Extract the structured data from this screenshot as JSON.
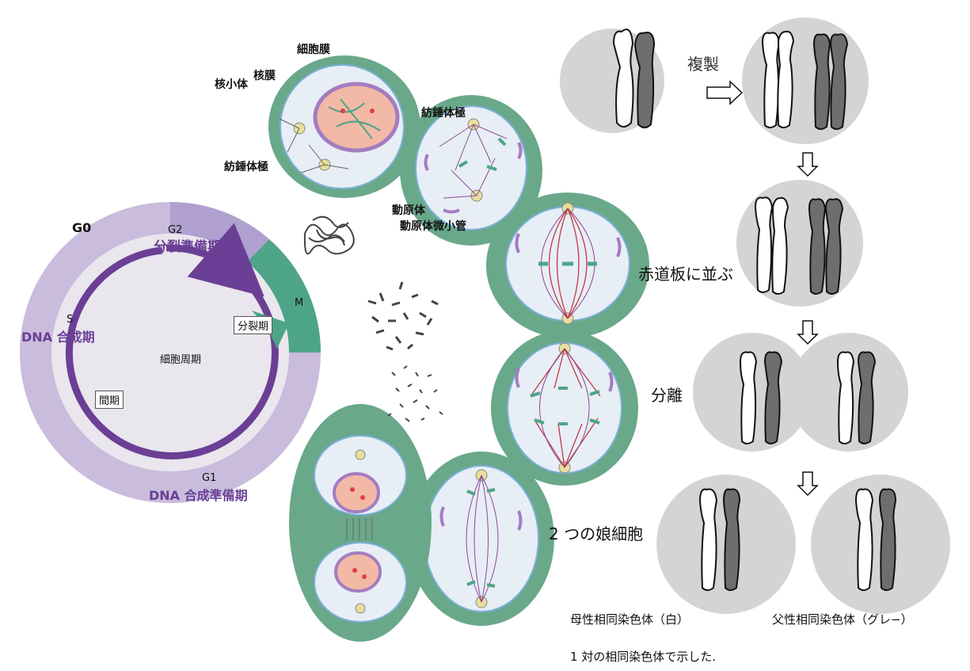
{
  "cycle": {
    "g0": "G0",
    "g2": "G2",
    "g2_name": "分裂準備期",
    "m": "M",
    "m_name": "分裂期",
    "s": "S",
    "s_name": "DNA 合成期",
    "center": "細胞周期",
    "interphase": "間期",
    "g1": "G1",
    "g1_name": "DNA 合成準備期"
  },
  "cell_labels": {
    "membrane": "細胞膜",
    "nucleolus": "核小体",
    "nuclear_envelope": "核膜",
    "spindle_pole_1": "紡錘体極",
    "spindle_pole_2": "紡錘体極",
    "kinetochore": "動原体",
    "kinetochore_mt": "動原体微小管"
  },
  "chromosome_steps": {
    "replicate": "複製",
    "align": "赤道板に並ぶ",
    "separate": "分離",
    "daughters": "2 つの娘細胞"
  },
  "legend": {
    "maternal": "母性相同染色体（白）",
    "paternal": "父性相同染色体（グレ−）",
    "note": "1 対の相同染色体で示した."
  },
  "colors": {
    "cell_green": "#6aa88a",
    "nucleus_pink": "#f2b9a6",
    "nuclear_purple": "#a47cc0",
    "cycle_purple": "#6b3f95",
    "cycle_ring_light": "#c8b8dc",
    "m_phase_teal": "#4ea487",
    "gray_circle": "#d4d4d4",
    "paternal_gray": "#6e6e6e"
  }
}
